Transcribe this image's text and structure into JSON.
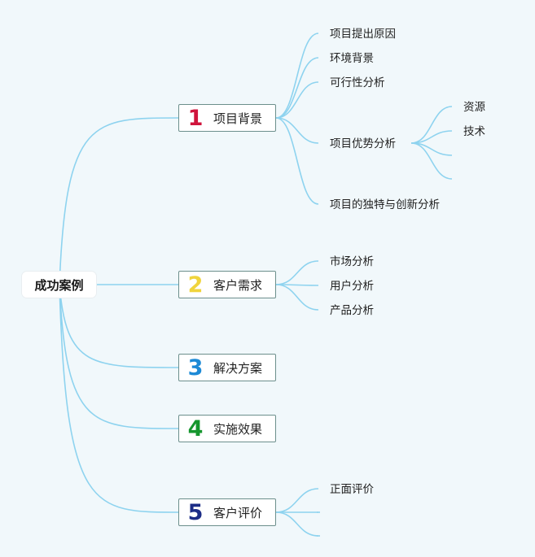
{
  "root": {
    "label": "成功案例"
  },
  "colors": {
    "line": "#8ed3ef",
    "num1": "#d0143c",
    "num2": "#f0d43c",
    "num3": "#1d8ad6",
    "num4": "#16962e",
    "num5": "#1c2c86"
  },
  "branches": [
    {
      "number": "1",
      "label": "项目背景",
      "children": [
        {
          "label": "项目提出原因"
        },
        {
          "label": "环境背景"
        },
        {
          "label": "可行性分析"
        },
        {
          "label": "项目优势分析",
          "children": [
            {
              "label": "资源"
            },
            {
              "label": "技术"
            },
            {
              "label": ""
            },
            {
              "label": ""
            }
          ]
        },
        {
          "label": "项目的独特与创新分析"
        }
      ]
    },
    {
      "number": "2",
      "label": "客户需求",
      "children": [
        {
          "label": "市场分析"
        },
        {
          "label": "用户分析"
        },
        {
          "label": "产品分析"
        }
      ]
    },
    {
      "number": "3",
      "label": "解决方案",
      "children": []
    },
    {
      "number": "4",
      "label": "实施效果",
      "children": []
    },
    {
      "number": "5",
      "label": "客户评价",
      "children": [
        {
          "label": "正面评价"
        },
        {
          "label": ""
        },
        {
          "label": ""
        }
      ]
    }
  ]
}
